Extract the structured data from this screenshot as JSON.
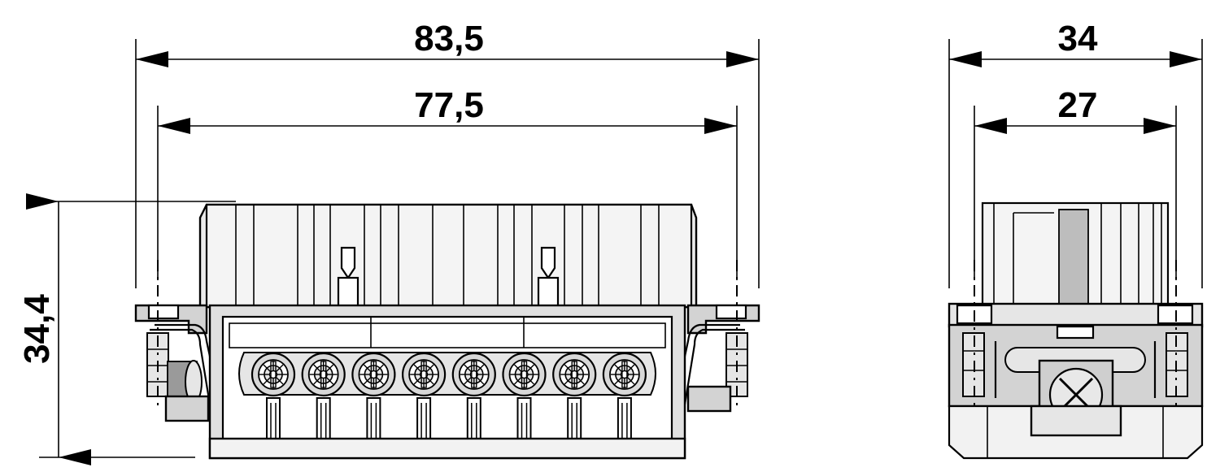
{
  "dimensions": {
    "front_overall_width": "83,5",
    "front_inner_width": "77,5",
    "front_height": "34,4",
    "side_overall_width": "34",
    "side_inner_width": "27"
  },
  "connector": {
    "contact_count": 8
  }
}
